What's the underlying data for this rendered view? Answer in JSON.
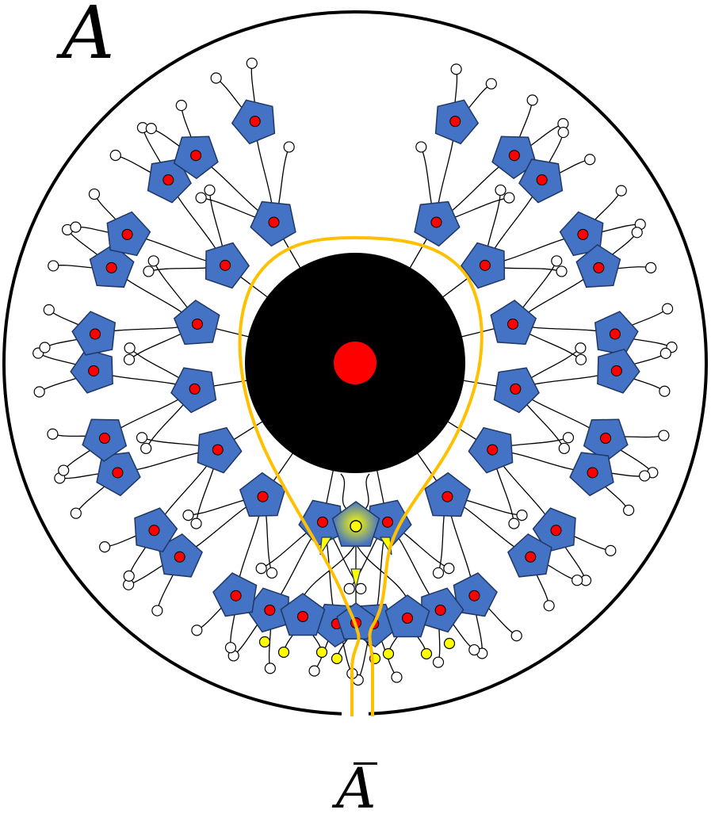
{
  "labels": {
    "region_a": "A",
    "region_a_bar": "A"
  },
  "colors": {
    "pentagon_fill": "#4472C4",
    "pentagon_stroke": "#1F3864",
    "core_fill": "#000000",
    "core_dot": "#FF0000",
    "node_dot": "#FF0000",
    "boundary_curve": "#FFC000",
    "highlight_node": "#FFFF00",
    "outer_circle": "#000000",
    "leaf_fill": "#FFFFFF",
    "highlight_leaf": "#FFFF00"
  },
  "icons": {
    "agent_node": "pentagon-with-dot",
    "leaf": "open-circle",
    "highlighted_agent": "pentagon-with-yellow-dot",
    "arrow": "triangle-arrow"
  }
}
